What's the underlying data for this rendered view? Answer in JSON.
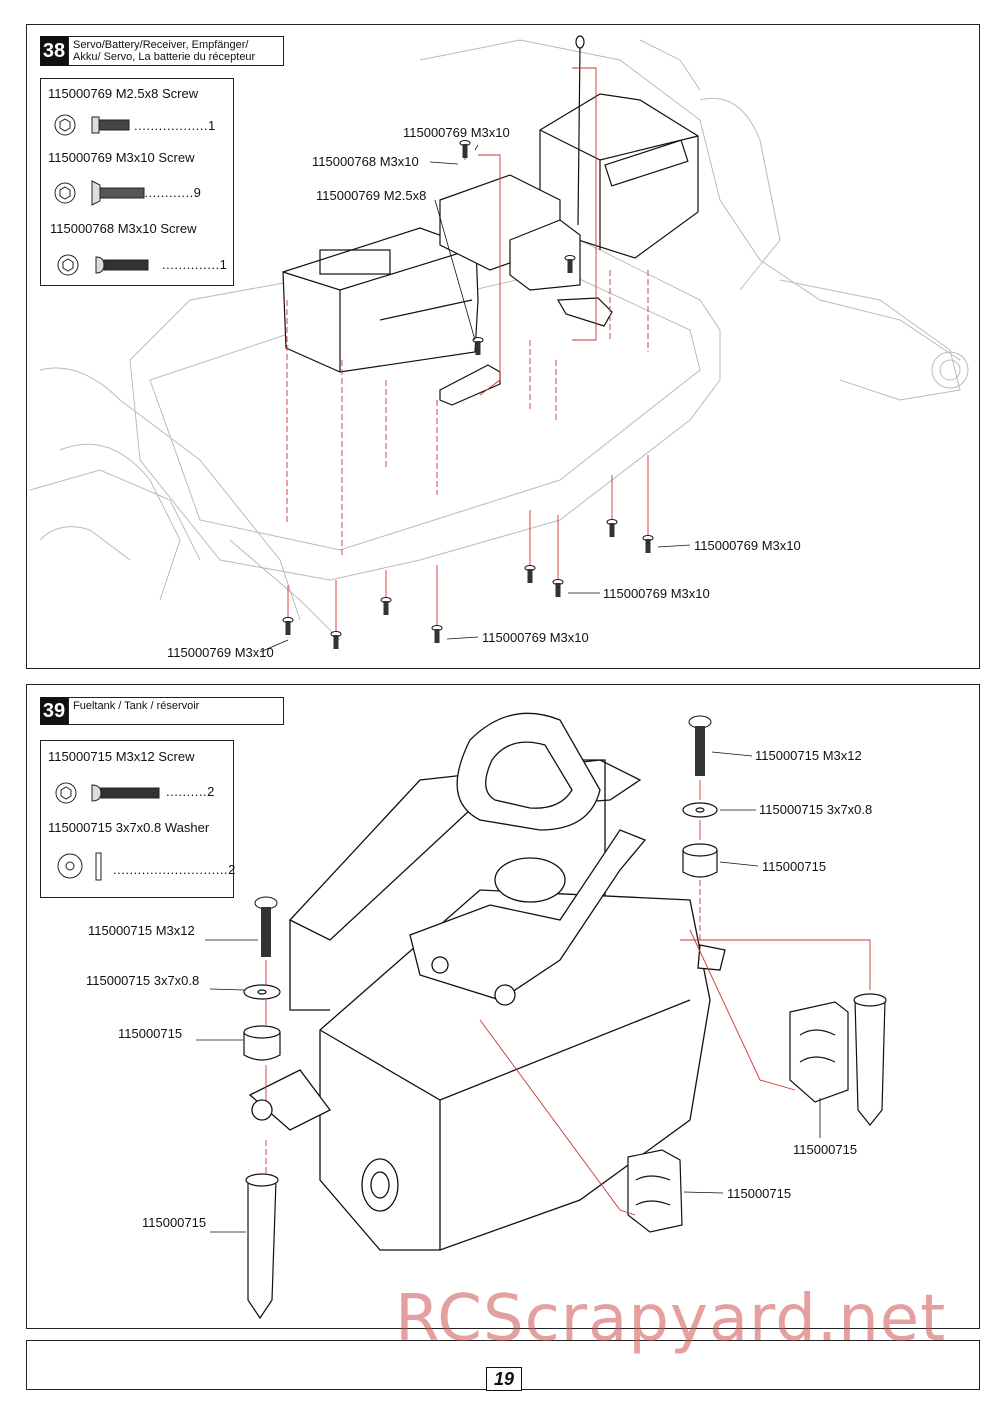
{
  "steps": [
    {
      "number": "38",
      "title_line1": "Servo/Battery/Receiver, Empfänger/",
      "title_line2": "Akku/ Servo, La batterie du récepteur",
      "parts": [
        {
          "name": "115000769  M2.5x8 Screw",
          "qty": "..................1"
        },
        {
          "name": "115000769  M3x10 Screw",
          "qty": "...............9"
        },
        {
          "name": "115000768  M3x10 Screw",
          "qty": "..............1"
        }
      ],
      "callouts": {
        "c1": "115000769 M3x10",
        "c2": "115000768 M3x10",
        "c3": "115000769 M2.5x8",
        "c4": "115000769 M3x10",
        "c5": "115000769 M3x10",
        "c6": "115000769 M3x10",
        "c7": "115000769 M3x10"
      }
    },
    {
      "number": "39",
      "title": "Fueltank / Tank / réservoir",
      "parts": [
        {
          "name": "115000715  M3x12 Screw",
          "qty": "..........2"
        },
        {
          "name": "115000715  3x7x0.8 Washer",
          "qty": "............................2"
        }
      ],
      "callouts": {
        "r1": "115000715 M3x12",
        "r2": "115000715 3x7x0.8",
        "r3": "115000715",
        "r4": "115000715",
        "r5": "115000715",
        "l1": "115000715 M3x12",
        "l2": "115000715 3x7x0.8",
        "l3": "115000715",
        "l4": "115000715"
      }
    }
  ],
  "page_number": "19",
  "watermark": "RCScrapyard.net"
}
